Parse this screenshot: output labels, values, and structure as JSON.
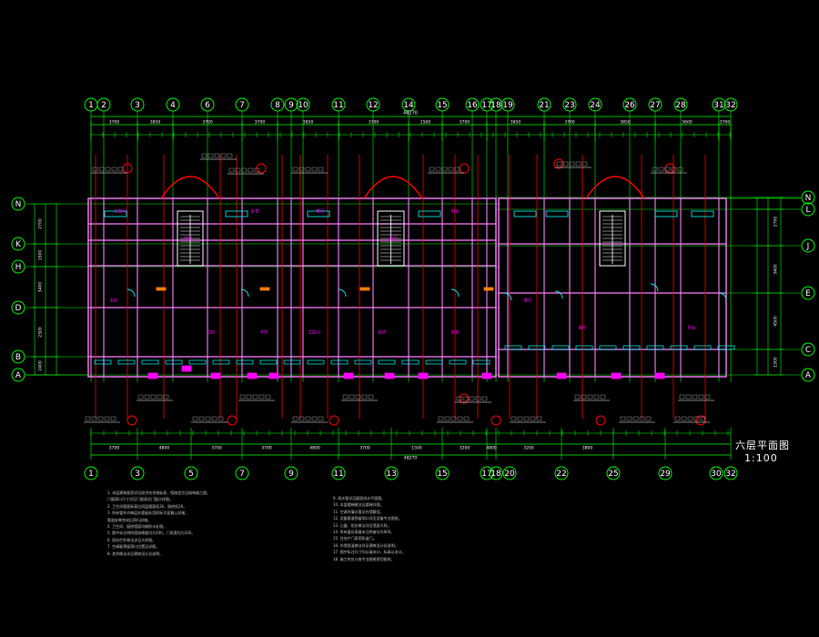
{
  "drawing": {
    "title": "六层平面图",
    "scale": "1:100",
    "top_axes": [
      "1",
      "2",
      "3",
      "4",
      "6",
      "7",
      "8",
      "9",
      "10",
      "11",
      "12",
      "14",
      "15",
      "16",
      "17",
      "18",
      "19",
      "21",
      "23",
      "24",
      "26",
      "27",
      "28",
      "31",
      "32"
    ],
    "bottom_axes": [
      "1",
      "3",
      "5",
      "7",
      "9",
      "11",
      "13",
      "15",
      "17",
      "18",
      "20",
      "22",
      "25",
      "29",
      "30",
      "32"
    ],
    "left_axes": [
      "N",
      "K",
      "H",
      "D",
      "B",
      "A"
    ],
    "right_axes": [
      "N",
      "L",
      "J",
      "E",
      "C",
      "A"
    ],
    "overall_width_dim": "48270",
    "top_dims": [
      "3700",
      "3850",
      "3700",
      "3700",
      "3850",
      "3700",
      "1500",
      "3700",
      "3850",
      "3700",
      "3850",
      "3600",
      "3700"
    ],
    "bottom_dims": [
      "3700",
      "4800",
      "3700",
      "3700",
      "4800",
      "3700",
      "1500",
      "3200",
      "4800",
      "3200",
      "3800"
    ],
    "left_dims": [
      "2700",
      "1500",
      "3400",
      "2300",
      "2400",
      "1500"
    ],
    "right_dims": [
      "2700",
      "3400",
      "4500",
      "1500"
    ],
    "room_tags": [
      "卫生间",
      "厨房",
      "卧室",
      "客厅",
      "餐厅",
      "阳台",
      "主卧",
      "次卧",
      "书房",
      "卫生间",
      "厨房",
      "卧室",
      "客厅",
      "餐厅",
      "阳台"
    ]
  },
  "notes": {
    "left": [
      "1. 本层建筑面积详见经济技术指标表，墙体定位见结构施工图。",
      "   门窗洞口尺寸详见门窗表及门窗大样图。",
      "2. 卫生间楼面标高比同层楼面低30，厨房低20。",
      "3. 所有管井内每层在楼板处用同标号混凝土封堵，",
      "   管道安装完成后再行封堵。",
      "4. 卫生间、厨房墙面均做防水处理。",
      "5. 图中未注明的墙体厚度均为200，门垛宽均为100。",
      "6. 阳台栏杆做法详见大样图。",
      "7. 空调板预留洞口位置见详图。",
      "8. 其余做法详见建筑设计总说明。"
    ],
    "right": [
      "9. 雨水管详见屋面排水平面图。",
      "10. 本层楼梯做法见楼梯详图。",
      "11. 空调冷凝水管沿外墙敷设。",
      "12. 设备管道预留洞口详见设备专业图纸。",
      "13. 凸窗、阳台做法详见墙身大样。",
      "14. 所有窗台高度未注明者均为900。",
      "15. 住宅户门采用防盗门。",
      "16. 外墙保温做法详见建筑设计总说明。",
      "17. 图中标注尺寸均以毫米计，标高以米计。",
      "18. 施工时应与各专业图纸密切配合。"
    ]
  },
  "colors": {
    "background": "#000000",
    "axis": "#00ff00",
    "axis_bubble": "#00ff00",
    "dimension": "#00ff00",
    "wall": "#ff80ff",
    "structure": "#ff0000",
    "window": "#00ffff",
    "text_white": "#ffffff",
    "accent_orange": "#ff8000",
    "accent_yellow": "#ffff00",
    "accent_magenta": "#ff00ff",
    "accent_blue": "#4040ff"
  }
}
